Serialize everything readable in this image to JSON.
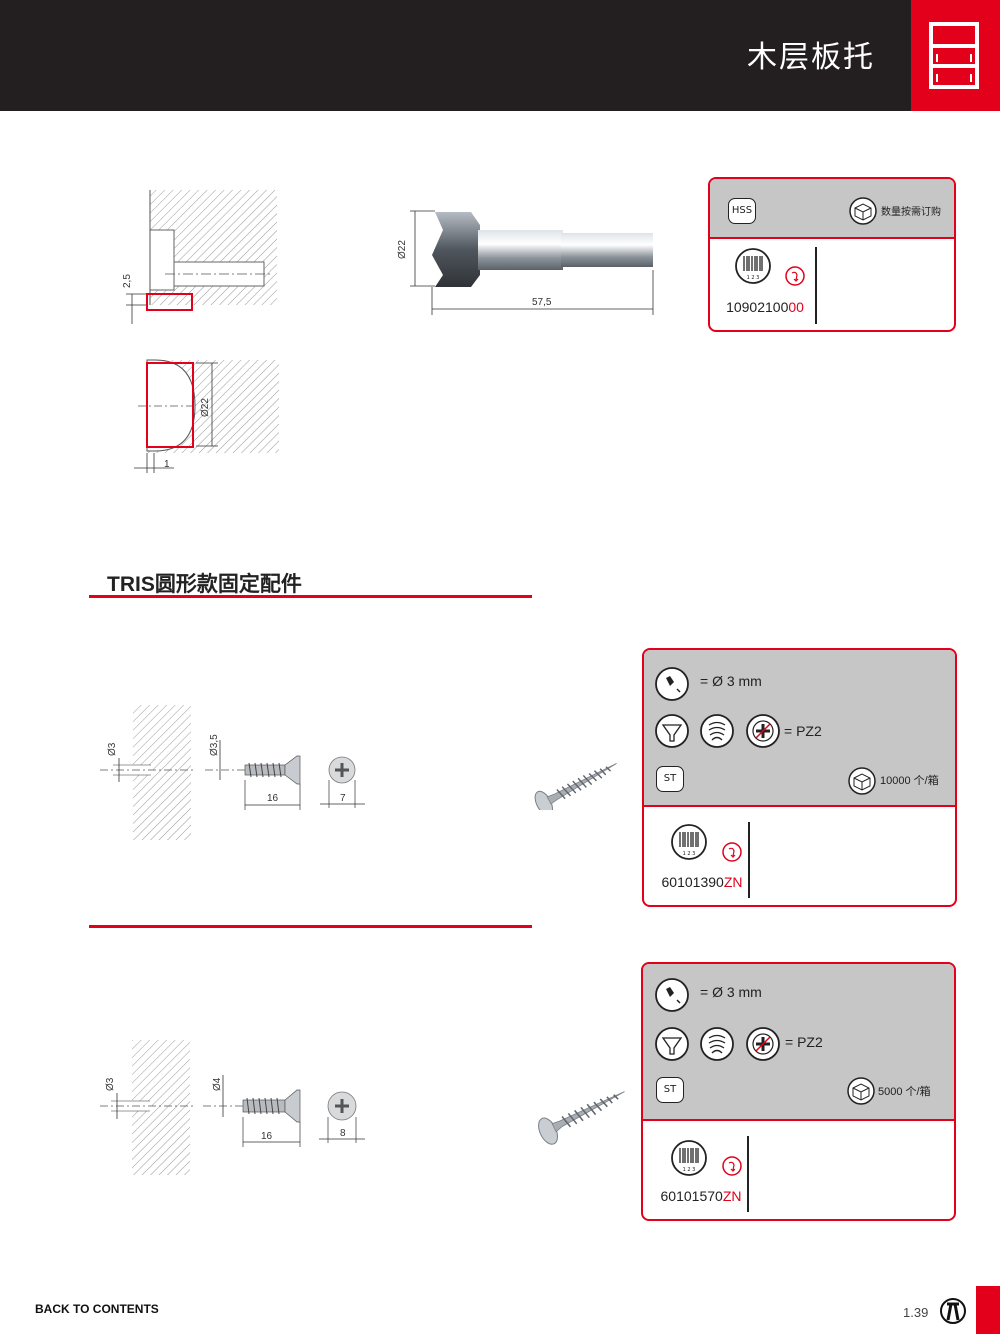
{
  "header": {
    "title": "木层板托"
  },
  "drill_bit": {
    "diameter_label": "Ø22",
    "length_label": "57,5",
    "section_depth_label": "2,5",
    "section_diameter_label": "Ø22",
    "section_offset_label": "1",
    "card": {
      "material_badge": "HSS",
      "order_label": "数量按需订购",
      "code_prefix": "10902100",
      "code_suffix": "00"
    }
  },
  "section": {
    "title": "TRIS圆形款固定配件"
  },
  "screws": [
    {
      "hole_label": "Ø3",
      "shank_label": "Ø3,5",
      "length_label": "16",
      "head_label": "7",
      "card": {
        "hole_spec": "= Ø 3 mm",
        "drive_spec": "= PZ2",
        "finish_badge": "ST",
        "pack_label": "10000 个/箱",
        "code_prefix": "60101390",
        "code_suffix": "ZN"
      }
    },
    {
      "hole_label": "Ø3",
      "shank_label": "Ø4",
      "length_label": "16",
      "head_label": "8",
      "card": {
        "hole_spec": "= Ø 3 mm",
        "drive_spec": "= PZ2",
        "finish_badge": "ST",
        "pack_label": "5000 个/箱",
        "code_prefix": "60101570",
        "code_suffix": "ZN"
      }
    }
  ],
  "barcode_digits": "1 2 3",
  "footer": {
    "back_link": "BACK TO CONTENTS",
    "page_number": "1.39"
  },
  "colors": {
    "accent": "#e2001a",
    "header_bg": "#231f20",
    "panel_grey": "#c7c6c6"
  },
  "icons": [
    "shelf-icon",
    "box-icon",
    "barcode-icon",
    "rotation-icon",
    "drill-hole-icon",
    "countersunk-head-icon",
    "thread-icon",
    "pozidriv-icon",
    "brand-logo-icon"
  ]
}
